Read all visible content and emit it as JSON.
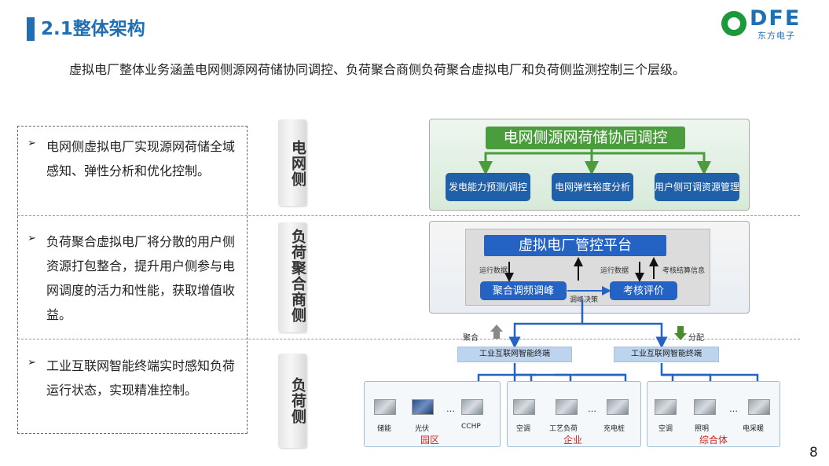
{
  "header": {
    "title": "2.1整体架构",
    "logo_text": "DFE",
    "logo_sub": "东方电子"
  },
  "intro": "虚拟电厂整体业务涵盖电网侧源网荷储协同调控、负荷聚合商侧负荷聚合虚拟电厂和负荷侧监测控制三个层级。",
  "bullets": [
    {
      "mark": "➢",
      "text": "电网侧虚拟电厂实现源网荷储全域感知、弹性分析和优化控制。"
    },
    {
      "mark": "➢",
      "text": "负荷聚合虚拟电厂将分散的用户侧资源打包整合，提升用户侧参与电网调度的活力和性能，获取增值收益。"
    },
    {
      "mark": "➢",
      "text": "工业互联网智能终端实时感知负荷运行状态，实现精准控制。"
    }
  ],
  "side_labels": {
    "grid": "电网侧",
    "aggregator": "负荷聚合商侧",
    "load": "负荷侧"
  },
  "grid_layer": {
    "header": "电网侧源网荷储协同调控",
    "boxes": [
      "发电能力预测/调控",
      "电网弹性裕度分析",
      "用户侧可调资源管理"
    ]
  },
  "aggregator_layer": {
    "platform": "虚拟电厂管控平台",
    "peak_box": "聚合调频调峰",
    "eval_box": "考核评价",
    "label_run_data_left": "运行数据",
    "label_run_data_right": "运行数据",
    "label_settlement": "考核结算信息",
    "label_decision": "调峰决策",
    "label_aggregate": "聚合",
    "label_distribute": "分配"
  },
  "terminals": [
    "工业互联网智能终端",
    "工业互联网智能终端"
  ],
  "load_groups": [
    {
      "name": "园区",
      "items": [
        "储能",
        "光伏",
        "CCHP"
      ]
    },
    {
      "name": "企业",
      "items": [
        "空调",
        "工艺负荷",
        "充电桩"
      ]
    },
    {
      "name": "综合体",
      "items": [
        "空调",
        "照明",
        "电采暖"
      ]
    }
  ],
  "ellipsis": "…",
  "page_number": "8",
  "colors": {
    "brand_blue": "#1f6fb5",
    "grid_green": "#4a9c3c",
    "box_blue": "#1f60a8",
    "platform_blue": "#2462c4",
    "accent_red": "#d0251f"
  }
}
